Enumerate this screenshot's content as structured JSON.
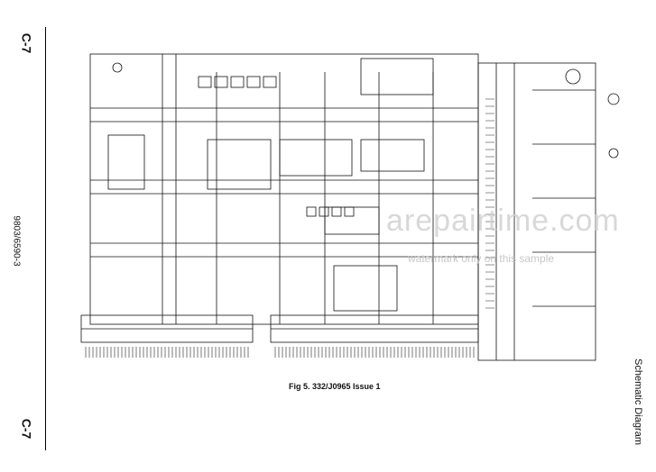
{
  "page": {
    "ref_top": "C-7",
    "ref_bottom": "C-7",
    "doc_number": "9803/6590-3",
    "side_title": "Schematic Diagram",
    "caption": "Fig 5. 332/J0965 Issue 1"
  },
  "watermark": {
    "line1": "arepairtime.com",
    "line2": "watermark only on this sample"
  },
  "colors": {
    "ink": "#111111",
    "background": "#ffffff",
    "watermark": "#cfcfcf"
  }
}
